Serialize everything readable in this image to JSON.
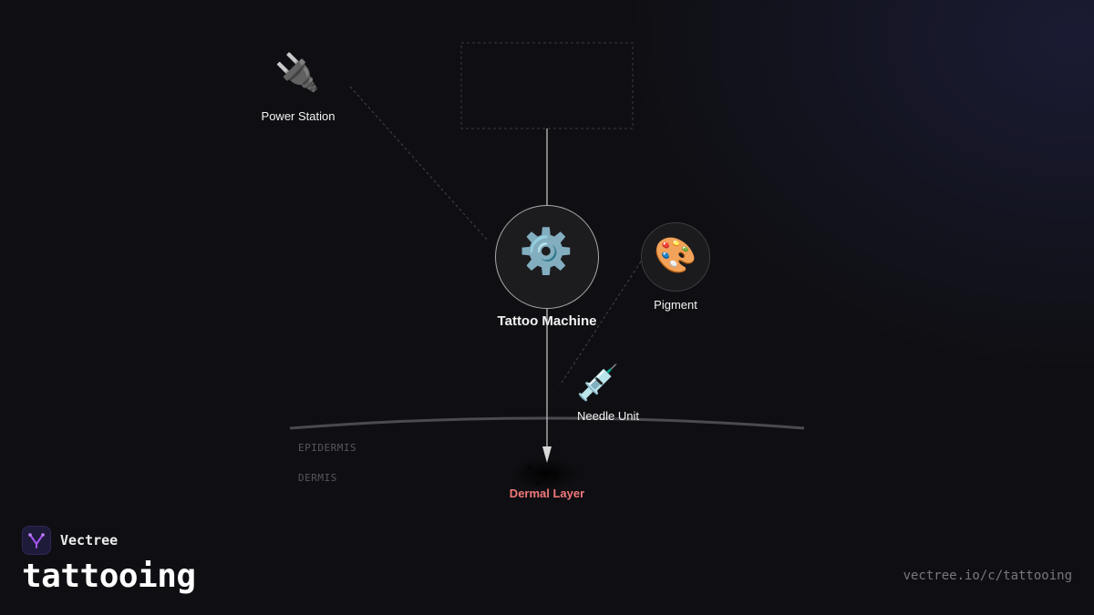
{
  "nodes": {
    "power_station": {
      "label": "Power Station",
      "icon": "electric-plug-icon",
      "glyph": "🔌"
    },
    "tattoo_machine": {
      "label": "Tattoo Machine",
      "icon": "gear-icon",
      "glyph": "⚙️"
    },
    "pigment": {
      "label": "Pigment",
      "icon": "artist-palette-icon",
      "glyph": "🎨"
    },
    "needle_unit": {
      "label": "Needle Unit",
      "icon": "syringe-icon",
      "glyph": "💉"
    },
    "dermal_layer": {
      "label": "Dermal Layer",
      "color": "#f07878"
    }
  },
  "skin_layers": {
    "epidermis": "EPIDERMIS",
    "dermis": "DERMIS"
  },
  "brand": {
    "name": "Vectree",
    "logo_icon": "vectree-logo-icon",
    "accent": "#a855f7"
  },
  "title": "tattooing",
  "url": "vectree.io/c/tattooing",
  "colors": {
    "background": "#0f0f13",
    "line": "#cfcfcf",
    "dashed": "#444449"
  }
}
